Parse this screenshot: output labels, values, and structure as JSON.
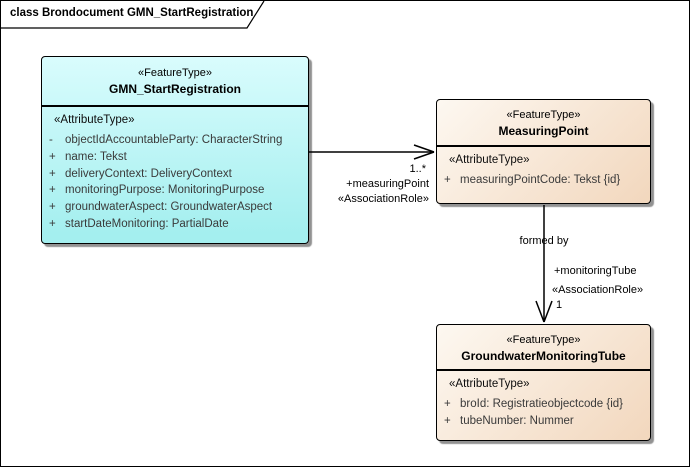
{
  "diagram": {
    "frame_title": "class Brondocument GMN_StartRegistration"
  },
  "colors": {
    "class-cyan-top": "#d9fcfd",
    "class-cyan-bottom": "#a4efef",
    "class-peach-light": "#fdf8f1",
    "class-peach-dark": "#f2d7bd",
    "attribute-text": "#3a3a3a"
  },
  "classes": {
    "gmn_start_registration": {
      "stereotype": "«FeatureType»",
      "name": "GMN_StartRegistration",
      "compartment": "«AttributeType»",
      "attributes": [
        {
          "vis": "-",
          "text": "objectIdAccountableParty: CharacterString"
        },
        {
          "vis": "+",
          "text": "name: Tekst"
        },
        {
          "vis": "+",
          "text": "deliveryContext: DeliveryContext"
        },
        {
          "vis": "+",
          "text": "monitoringPurpose: MonitoringPurpose"
        },
        {
          "vis": "+",
          "text": "groundwaterAspect: GroundwaterAspect"
        },
        {
          "vis": "+",
          "text": "startDateMonitoring: PartialDate"
        }
      ]
    },
    "measuring_point": {
      "stereotype": "«FeatureType»",
      "name": "MeasuringPoint",
      "compartment": "«AttributeType»",
      "attributes": [
        {
          "vis": "+",
          "text": "measuringPointCode: Tekst {id}"
        }
      ]
    },
    "groundwater_monitoring_tube": {
      "stereotype": "«FeatureType»",
      "name": "GroundwaterMonitoringTube",
      "compartment": "«AttributeType»",
      "attributes": [
        {
          "vis": "+",
          "text": "broId: Registratieobjectcode {id}"
        },
        {
          "vis": "+",
          "text": "tubeNumber: Nummer"
        }
      ]
    }
  },
  "connectors": {
    "measuring_point_assoc": {
      "multiplicity": "1..*",
      "role": "+measuringPoint",
      "stereotype": "«AssociationRole»"
    },
    "monitoring_tube_assoc": {
      "name": "formed by",
      "role": "+monitoringTube",
      "stereotype": "«AssociationRole»",
      "multiplicity": "1"
    }
  }
}
